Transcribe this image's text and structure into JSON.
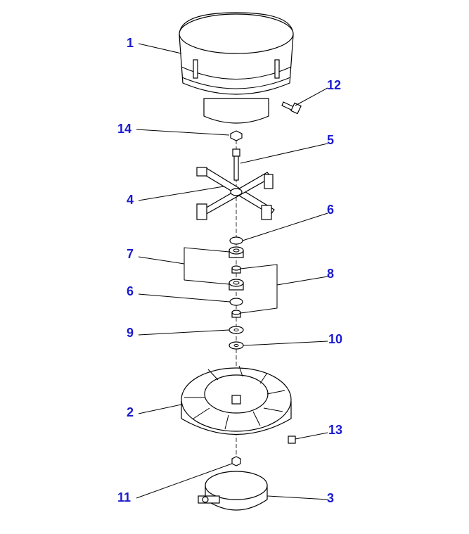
{
  "diagram": {
    "type": "exploded-parts-view",
    "callouts": [
      {
        "id": "c1",
        "label": "1"
      },
      {
        "id": "c12",
        "label": "12"
      },
      {
        "id": "c14",
        "label": "14"
      },
      {
        "id": "c5",
        "label": "5"
      },
      {
        "id": "c4",
        "label": "4"
      },
      {
        "id": "c6a",
        "label": "6"
      },
      {
        "id": "c7",
        "label": "7"
      },
      {
        "id": "c8",
        "label": "8"
      },
      {
        "id": "c6b",
        "label": "6"
      },
      {
        "id": "c9",
        "label": "9"
      },
      {
        "id": "c10",
        "label": "10"
      },
      {
        "id": "c2",
        "label": "2"
      },
      {
        "id": "c13",
        "label": "13"
      },
      {
        "id": "c11",
        "label": "11"
      },
      {
        "id": "c3",
        "label": "3"
      }
    ],
    "label_color": "#1a1ad0"
  }
}
